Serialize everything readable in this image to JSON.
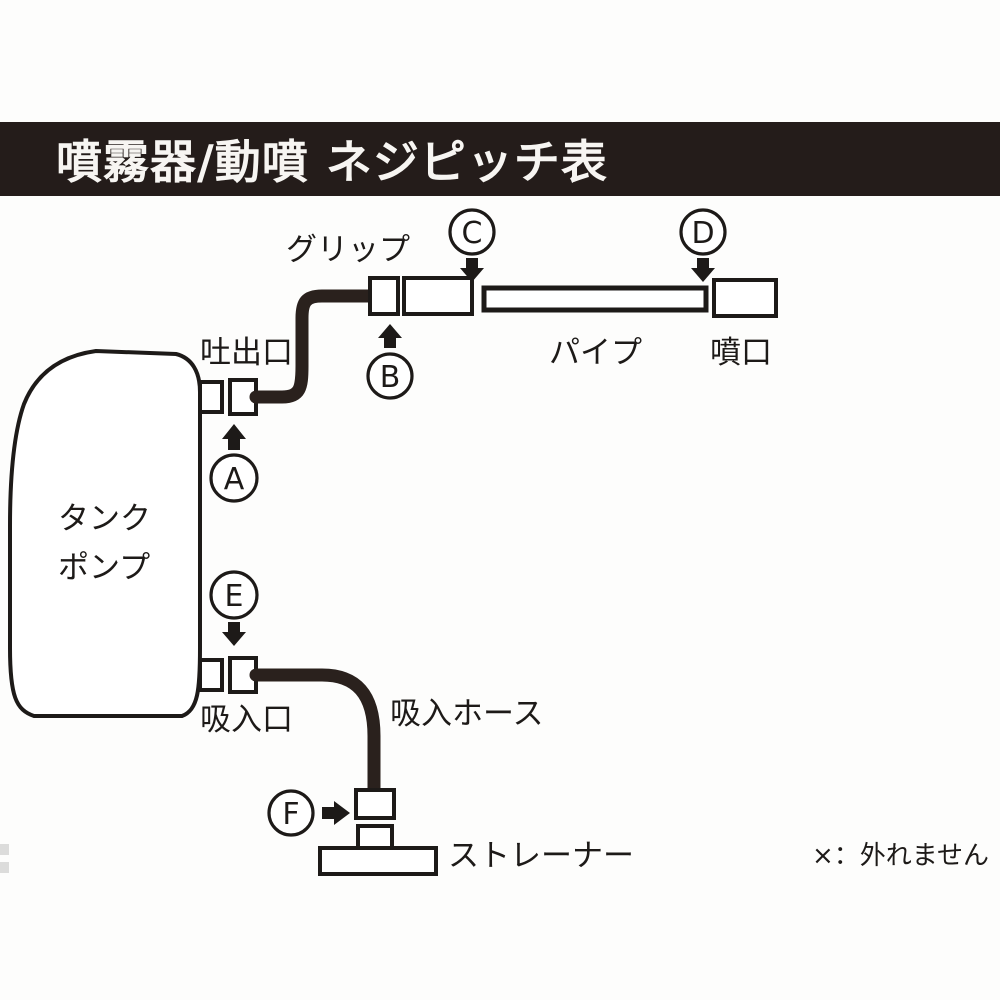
{
  "banner": {
    "title": "噴霧器/動噴 ネジピッチ表",
    "background_color": "#241c1a",
    "text_color": "#f7f5f2"
  },
  "diagram": {
    "type": "sprayer-thread-pitch-diagram",
    "stroke_color": "#1d1a18",
    "hose_color": "#2a211d",
    "background_color": "#fdfdfc",
    "labels": [
      {
        "id": "tank-pump",
        "line1": "タンク",
        "line2": "ポンプ"
      },
      {
        "id": "discharge-port",
        "text": "吐出口"
      },
      {
        "id": "grip",
        "text": "グリップ"
      },
      {
        "id": "pipe",
        "text": "パイプ"
      },
      {
        "id": "nozzle",
        "text": "噴口"
      },
      {
        "id": "suction-port",
        "text": "吸入口"
      },
      {
        "id": "suction-hose",
        "text": "吸入ホース"
      },
      {
        "id": "strainer",
        "text": "ストレーナー"
      }
    ],
    "reference_marks": [
      {
        "id": "A",
        "letter": "A",
        "arrow": "up",
        "points_to": "discharge-port"
      },
      {
        "id": "B",
        "letter": "B",
        "arrow": "up",
        "points_to": "grip-connector"
      },
      {
        "id": "C",
        "letter": "C",
        "arrow": "down",
        "points_to": "grip-pipe-joint"
      },
      {
        "id": "D",
        "letter": "D",
        "arrow": "down",
        "points_to": "pipe-nozzle-joint"
      },
      {
        "id": "E",
        "letter": "E",
        "arrow": "down",
        "points_to": "suction-port"
      },
      {
        "id": "F",
        "letter": "F",
        "arrow": "right",
        "points_to": "strainer-joint"
      }
    ],
    "legend": {
      "text": "×：外れません"
    }
  }
}
